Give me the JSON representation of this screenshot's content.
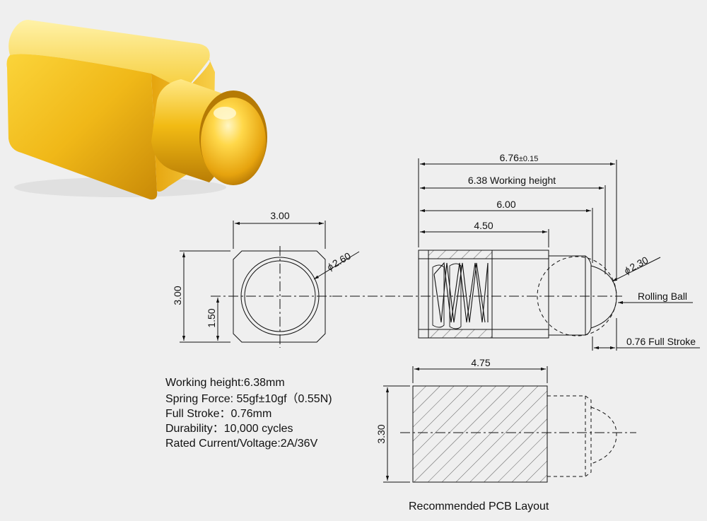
{
  "colors": {
    "background": "#efefef",
    "line": "#111111",
    "gold_light": "#ffe36a",
    "gold_mid": "#f2bb14",
    "gold_dark": "#b17705"
  },
  "front_view": {
    "width_dim": "3.00",
    "height_dim": "3.00",
    "center_dim": "1.50",
    "diameter_dim": "2.60",
    "diameter_symbol": "ϕ"
  },
  "side_view": {
    "total_length_value": "6.76",
    "total_length_tolerance": "±0.15",
    "working_height_dim": "6.38 Working height",
    "body_length_dim": "6.00",
    "barrel_length_dim": "4.50",
    "ball_diameter_dim": "2.30",
    "diameter_symbol": "ϕ",
    "rolling_ball_label": "Rolling Ball",
    "full_stroke_label": "0.76 Full Stroke"
  },
  "pcb_view": {
    "width_dim": "4.75",
    "height_dim": "3.30",
    "caption": "Recommended PCB  Layout"
  },
  "specs": [
    "Working height:6.38mm",
    "Spring Force:  55gf±10gf（0.55N)",
    "Full Stroke：0.76mm",
    "Durability：10,000 cycles",
    "Rated Current/Voltage:2A/36V"
  ]
}
